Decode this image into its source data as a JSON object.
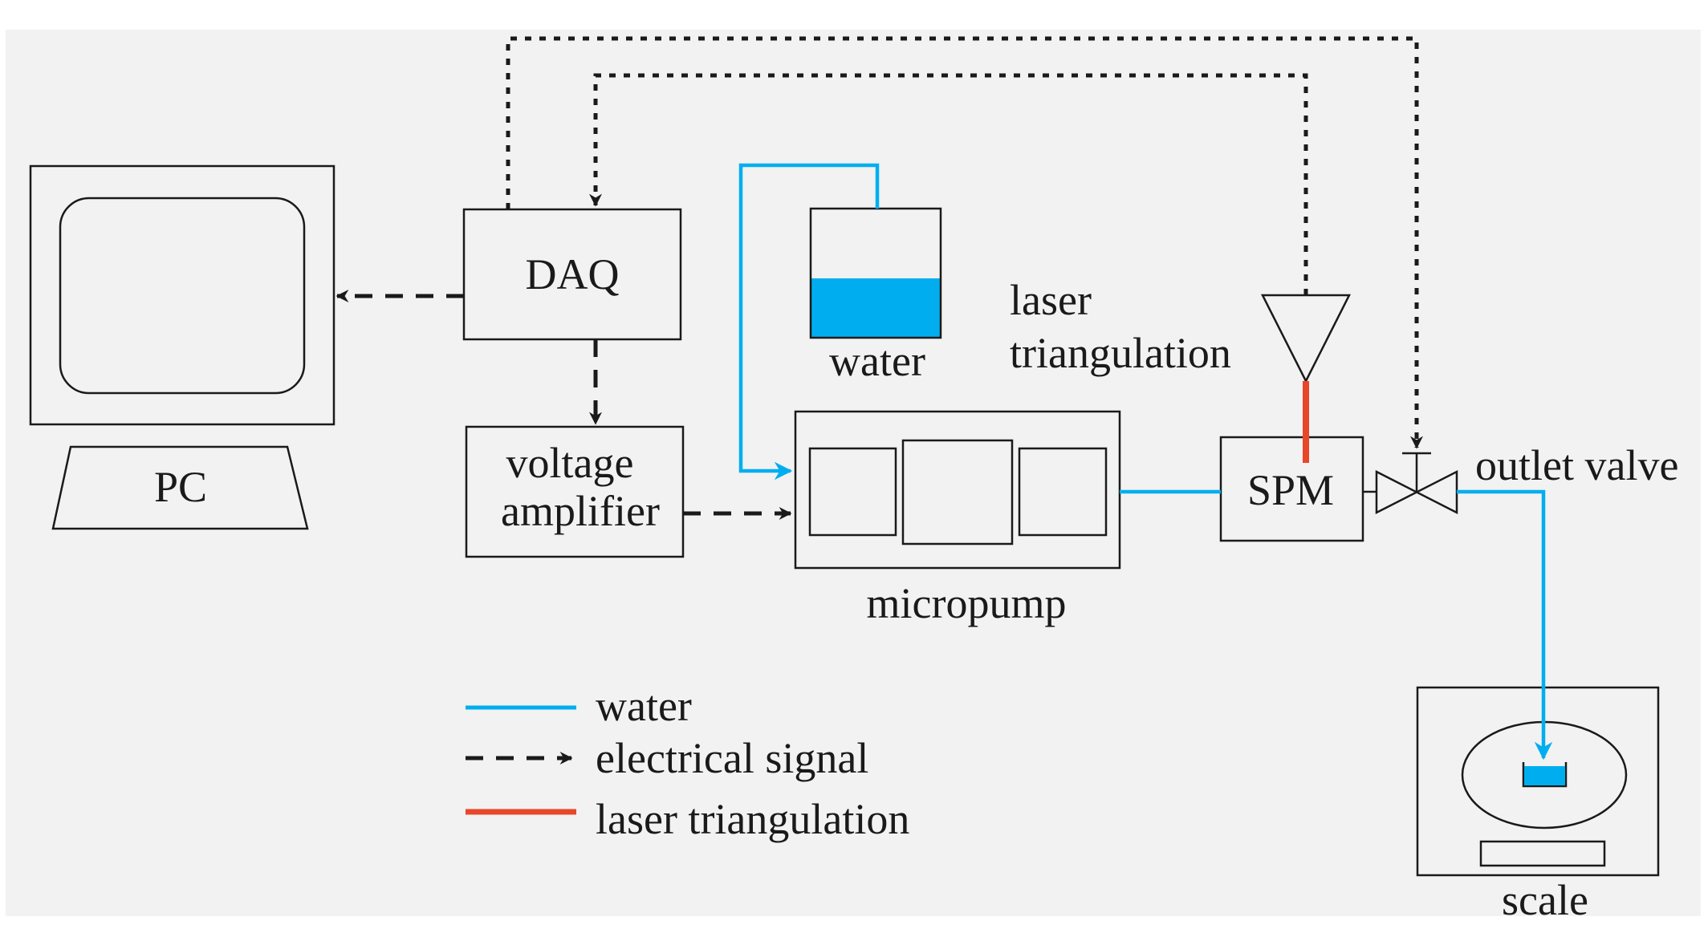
{
  "labels": {
    "pc": "PC",
    "daq": "DAQ",
    "amp_line1": "voltage",
    "amp_line2": "amplifier",
    "water_tank": "water",
    "micropump": "micropump",
    "laser_line1": "laser",
    "laser_line2": "triangulation",
    "spm": "SPM",
    "outlet_valve": "outlet valve",
    "scale": "scale"
  },
  "legend": [
    {
      "key": "water",
      "label": "water"
    },
    {
      "key": "signal",
      "label": "electrical signal"
    },
    {
      "key": "laser",
      "label": "laser triangulation"
    }
  ],
  "colors": {
    "background": "#f2f2f2",
    "water": "#00aeef",
    "laser": "#e8472a",
    "line": "#1a1a1a"
  },
  "icons": {
    "valve": "two-way-valve-icon",
    "sensor": "triangle-sensor-icon"
  }
}
